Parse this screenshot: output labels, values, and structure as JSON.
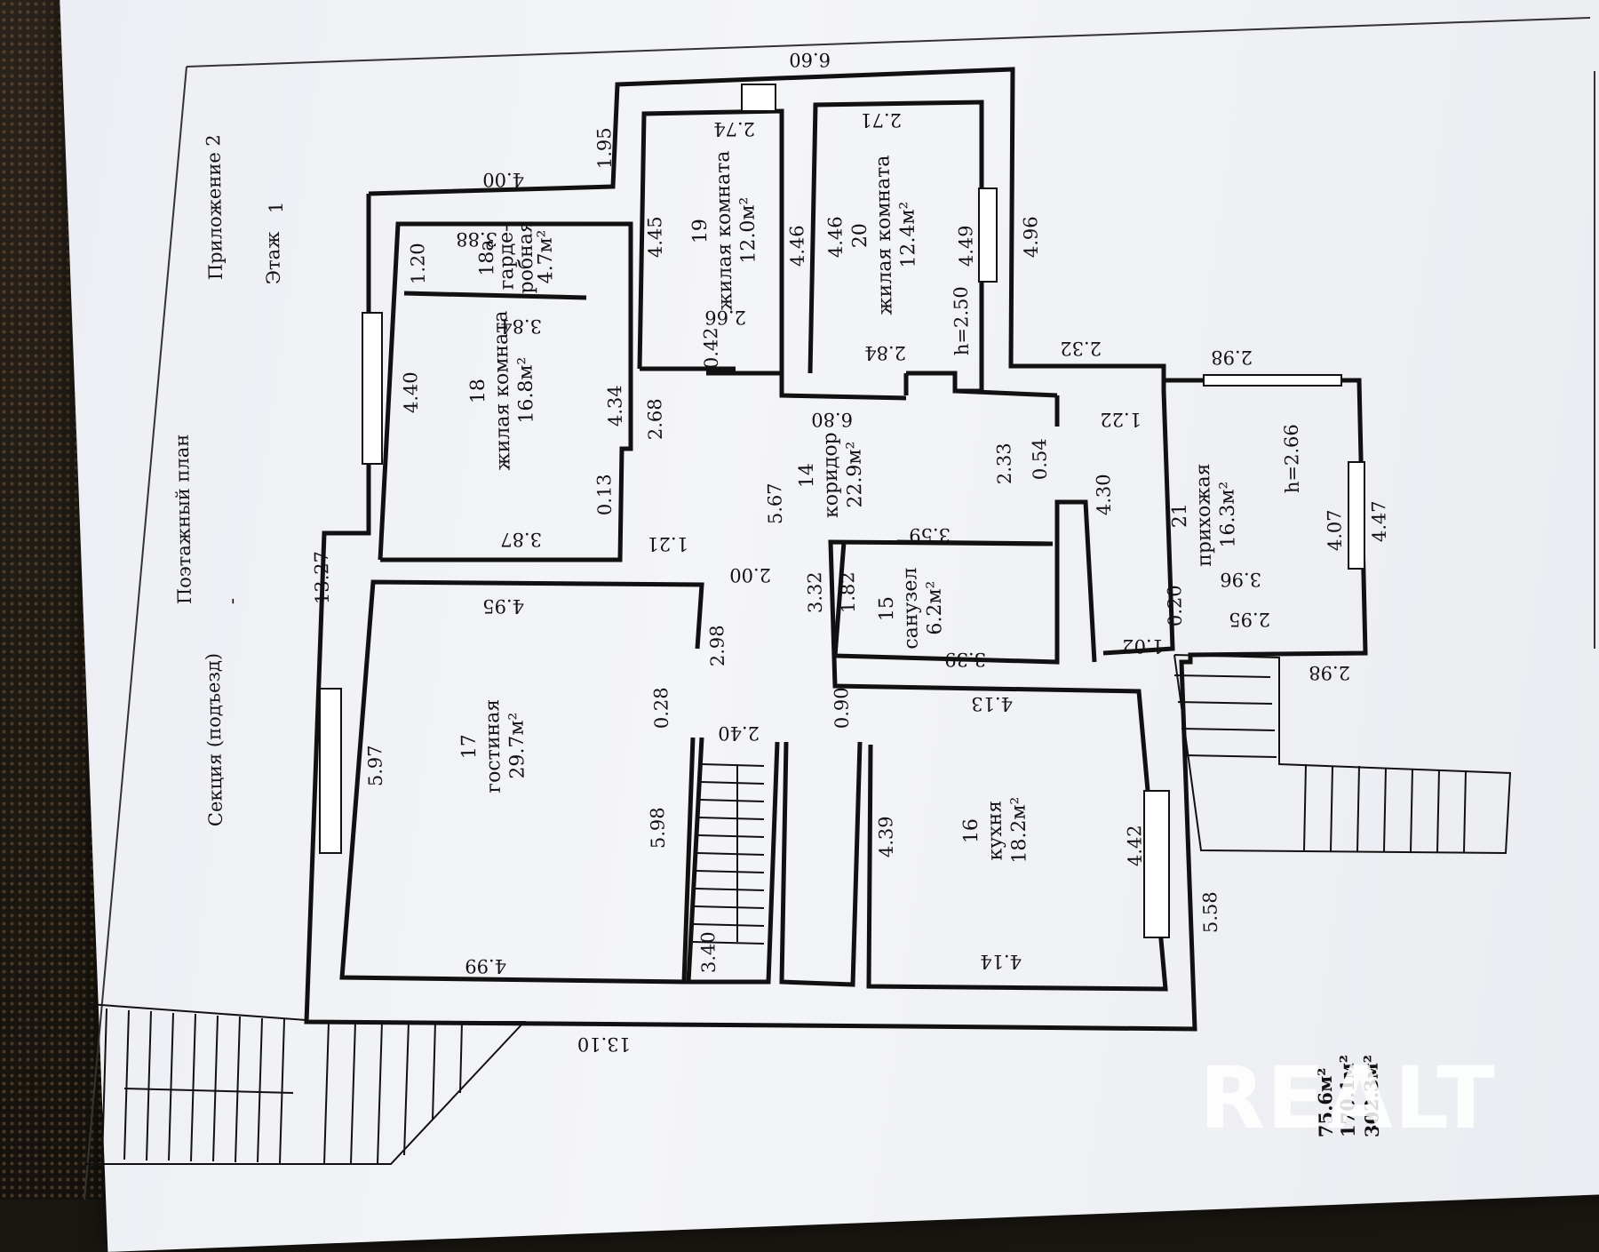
{
  "document": {
    "appendix": "Приложение 2",
    "title": "Поэтажный план",
    "section_label": "Секция (подъезд)",
    "section_value": "-",
    "floor_label": "Этаж",
    "floor_value": "1"
  },
  "rooms": [
    {
      "id": "17",
      "name": "гостиная",
      "area": "29.7м²"
    },
    {
      "id": "18",
      "name": "жилая комната",
      "area": "16.8м²"
    },
    {
      "id": "18a",
      "name": "гарде-",
      "name2": "робная",
      "area": "4.7м²"
    },
    {
      "id": "19",
      "name": "жилая комната",
      "area": "12.0м²"
    },
    {
      "id": "20",
      "name": "жилая комната",
      "area": "12.4м²"
    },
    {
      "id": "14",
      "name": "коридор",
      "area": "22.9м²"
    },
    {
      "id": "15",
      "name": "санузел",
      "area": "6.2м²"
    },
    {
      "id": "16",
      "name": "кухня",
      "area": "18.2м²"
    },
    {
      "id": "21",
      "name": "прихожая",
      "area": "16.3м²"
    }
  ],
  "dimensions": {
    "outer_left": "13.27",
    "outer_bottom": "13.10",
    "top_a": "4.00",
    "top_b": "1.95",
    "top_c": "6.60",
    "right_a": "4.96",
    "right_b": "2.32",
    "right_c": "4.47",
    "right_d": "5.58",
    "r18_w": "4.40",
    "r18_h_top": "3.84",
    "r18_h_bot": "3.87",
    "r18_e": "4.34",
    "r18_door": "0.13",
    "r18a_top": "3.88",
    "r18a_w": "1.20",
    "r19_top": "2.74",
    "r19_l": "4.45",
    "r19_r": "4.46",
    "r19_bot": "2.66",
    "r19_door": "0.42",
    "r20_top": "2.71",
    "r20_l": "4.46",
    "r20_r": "4.49",
    "r20_bot": "2.84",
    "r20_h": "h=2.50",
    "cor_top": "6.80",
    "cor_h": "5.67",
    "cor_a": "2.68",
    "cor_b": "1.21",
    "cor_c": "2.00",
    "cor_d": "2.33",
    "cor_e": "0.54",
    "cor_f": "3.32",
    "cor_g": "2.98",
    "wc_top": "3.59",
    "wc_l": "1.82",
    "wc_bot": "3.39",
    "hall_top": "2.98",
    "hall_a": "1.22",
    "hall_b": "4.30",
    "hall_c": "3.96",
    "hall_d": "2.95",
    "hall_e": "4.07",
    "hall_f": "0.20",
    "hall_g": "1.02",
    "hall_bot": "2.98",
    "hall_h": "h=2.66",
    "liv_top": "4.95",
    "liv_l": "5.97",
    "liv_r": "5.98",
    "liv_bot": "4.99",
    "st_a": "0.28",
    "st_b": "2.40",
    "st_c": "3.40",
    "kit_top": "4.13",
    "kit_l": "4.39",
    "kit_r": "4.42",
    "kit_bot": "4.14",
    "kit_door": "0.90"
  },
  "totals": [
    "75.6м²",
    "170.1м²",
    "302.3м²"
  ],
  "watermark": "REALT"
}
